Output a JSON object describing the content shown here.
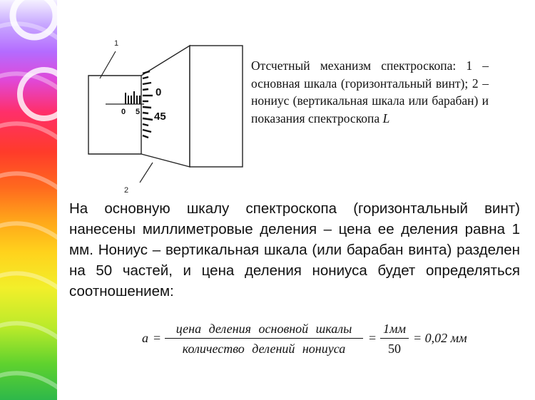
{
  "diagram": {
    "callout_1": "1",
    "callout_2": "2",
    "main_scale_0": "0",
    "main_scale_5": "5",
    "drum_0": "0",
    "drum_45": "45"
  },
  "caption": {
    "text": "Отсчетный механизм спектроскопа: 1 – основная шкала (горизонтальный винт); 2 – нониус (вертикальная шкала или  барабан) и показания спектроскопа ",
    "symbol": "L"
  },
  "body": {
    "paragraph": "На основную шкалу спектроскопа (горизонтальный винт) нанесены миллиметровые деления – цена ее деления равна 1 мм.  Нониус – вертикальная шкала (или барабан винта) разделен на 50 частей, и цена деления нониуса будет определяться соотношением:"
  },
  "formula": {
    "lhs": "a",
    "eq": "=",
    "numerator": "цена деления основной шкалы",
    "denominator": "количество делений нониуса",
    "eq2": "=",
    "num2": "1мм",
    "den2": "50",
    "result": "= 0,02 мм"
  },
  "colors": {
    "rainbow": [
      "#ffffff",
      "#e8e8ff",
      "#b983ff",
      "#d64bd6",
      "#ff2f6a",
      "#ff3b2a",
      "#ff6a1e",
      "#ffa51a",
      "#ffd21c",
      "#f2ef2a",
      "#b9ea2a",
      "#5fd22e",
      "#2eb84a"
    ]
  }
}
